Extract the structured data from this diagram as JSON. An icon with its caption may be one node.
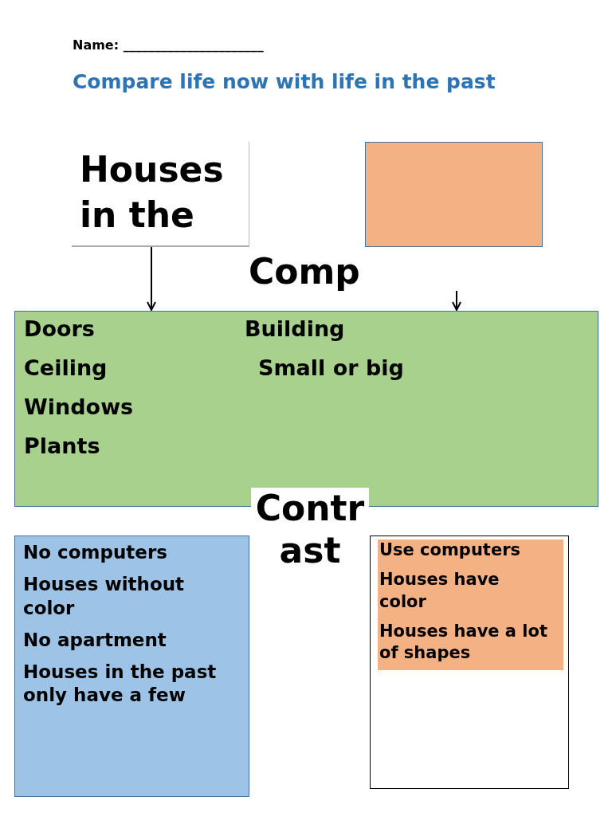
{
  "diagram": {
    "title": "Compare life now with life in the past",
    "nodes": [
      {
        "text": [
          "Houses in the"
        ]
      },
      {
        "text": [],
        "shape": "box"
      },
      {
        "text": [
          "Doors",
          "Ceiling",
          "Windows",
          "Plants",
          "Building",
          "Small or big"
        ]
      },
      {
        "text": [
          "Contr ast"
        ]
      },
      {
        "text": [
          "No computers",
          "Houses without color",
          "No apartment",
          "Houses in the past only have a few"
        ]
      },
      {
        "text": [],
        "shape": "box"
      },
      {
        "text": [
          "Use computers",
          "Houses have color",
          "Houses have a lot of shapes"
        ],
        "in": 5
      }
    ],
    "edges": [
      {
        "from": 0,
        "to": 2,
        "arrow": "to"
      },
      {
        "from": null,
        "to": 2,
        "arrow": "to"
      }
    ],
    "labels": [
      "Name: ______________________",
      "Comp"
    ]
  }
}
